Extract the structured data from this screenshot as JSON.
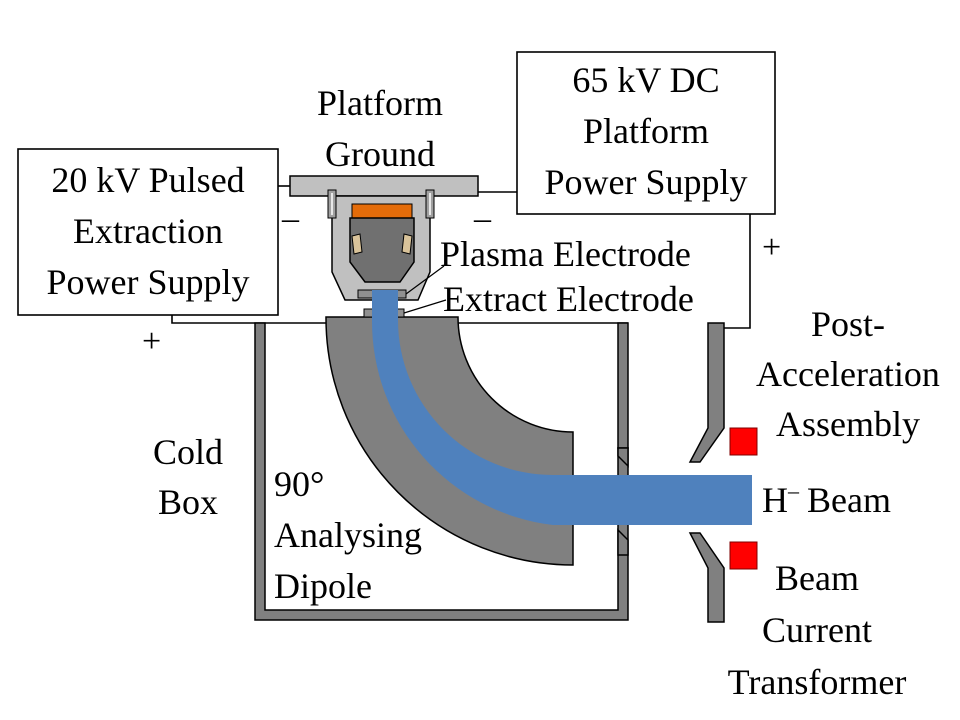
{
  "labels": {
    "pulsed_supply": [
      "20 kV Pulsed",
      "Extraction",
      "Power Supply"
    ],
    "dc_supply": [
      "65 kV DC",
      "Platform",
      "Power Supply"
    ],
    "platform_ground": [
      "Platform",
      "Ground"
    ],
    "plasma_electrode": "Plasma Electrode",
    "extract_electrode": "Extract Electrode",
    "post_acceleration": [
      "Post-",
      "Acceleration",
      "Assembly"
    ],
    "cold_box": [
      "Cold",
      "Box"
    ],
    "dipole": [
      "90°",
      "Analysing",
      "Dipole"
    ],
    "beam_species": "H",
    "beam_charge": "–",
    "beam_word": "Beam",
    "beam_current_transformer": [
      "Beam",
      "Current",
      "Transformer"
    ]
  },
  "signs": {
    "pulsed_minus": "–",
    "pulsed_plus": "+",
    "dc_minus": "–",
    "dc_plus": "+"
  },
  "colors": {
    "beam": "#4F81BD",
    "metal": "#808080",
    "metal_light": "#C0C0C0",
    "source_top": "#E46C0A",
    "transformer": "#FF0000",
    "insulator": "#D9C39A"
  }
}
